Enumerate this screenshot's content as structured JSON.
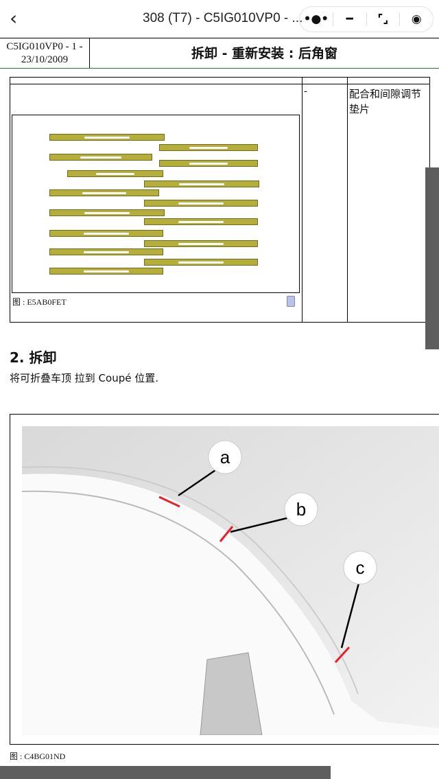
{
  "topbar": {
    "title": "308 (T7) - C5IG010VP0 - ...",
    "back_icon": "chevron-left-icon",
    "menu_icons": [
      "more-dots-icon",
      "minimize-icon",
      "restore-icon",
      "close-circle-icon"
    ]
  },
  "header": {
    "ref_line1": "C5IG010VP0 - 1 -",
    "ref_line2": "23/10/2009",
    "title": "拆卸 - 重新安装 : 后角窗"
  },
  "parts_table": {
    "ref_value": "-",
    "part_name": "配合和间隙调节垫片",
    "figure_caption": "图 : E5AB0FET"
  },
  "section": {
    "heading": "2. 拆卸",
    "instruction": "将可折叠车顶 拉到 Coupé 位置."
  },
  "figure": {
    "labels": [
      "a",
      "b",
      "c"
    ],
    "caption": "图 : C4BG01ND",
    "marker_color": "#e8202a"
  }
}
